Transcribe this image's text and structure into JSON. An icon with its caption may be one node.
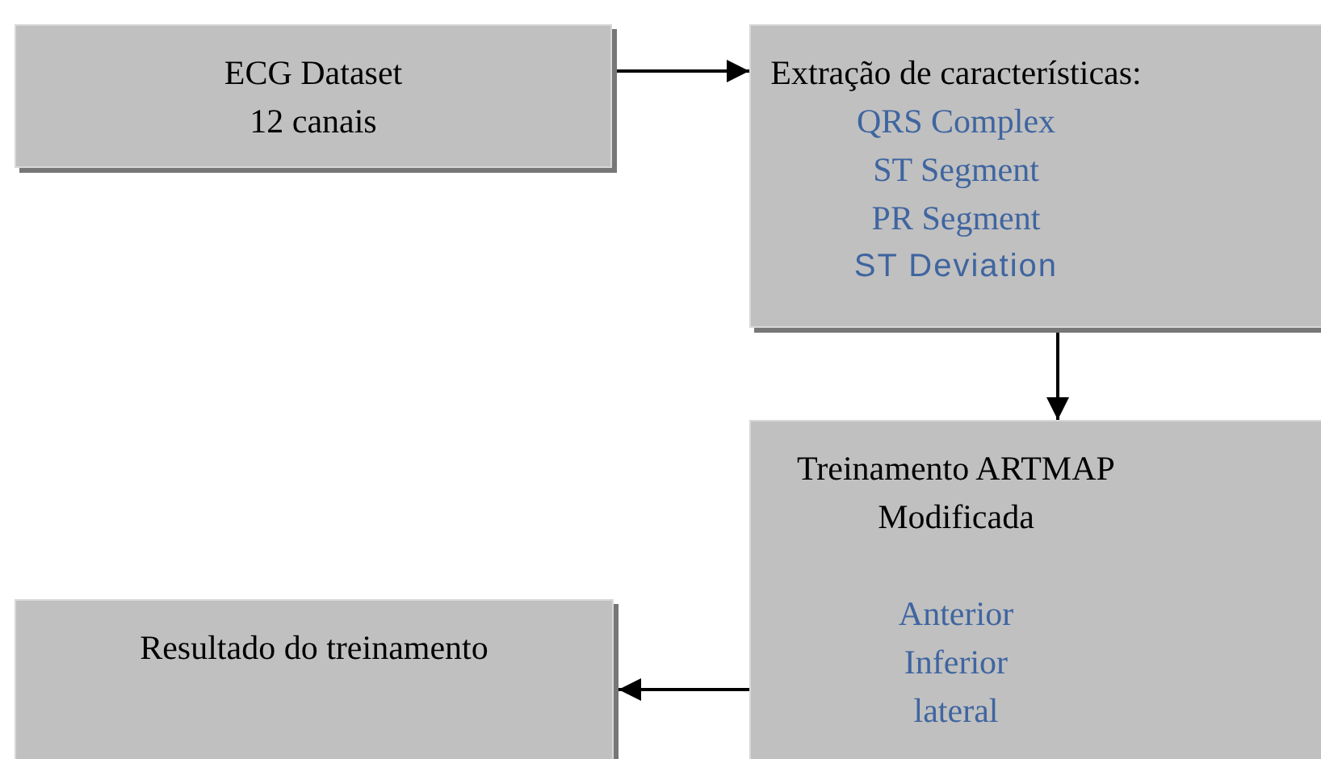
{
  "diagram": {
    "nodes": [
      {
        "text": [
          "ECG Dataset",
          "12 canais"
        ]
      },
      {
        "text": [
          "Extração de características:",
          "QRS Complex",
          "ST Segment",
          "PR Segment",
          "ST Deviation"
        ]
      },
      {
        "text": [
          "Treinamento ARTMAP Modificada",
          "Anterior",
          "Inferior",
          "lateral"
        ]
      },
      {
        "text": [
          "Resultado do treinamento"
        ]
      }
    ],
    "edges": [
      {
        "from": 0,
        "to": 1,
        "arrow": "to"
      },
      {
        "from": 1,
        "to": 2,
        "arrow": "to"
      },
      {
        "from": 2,
        "to": 3,
        "arrow": "to"
      }
    ]
  }
}
